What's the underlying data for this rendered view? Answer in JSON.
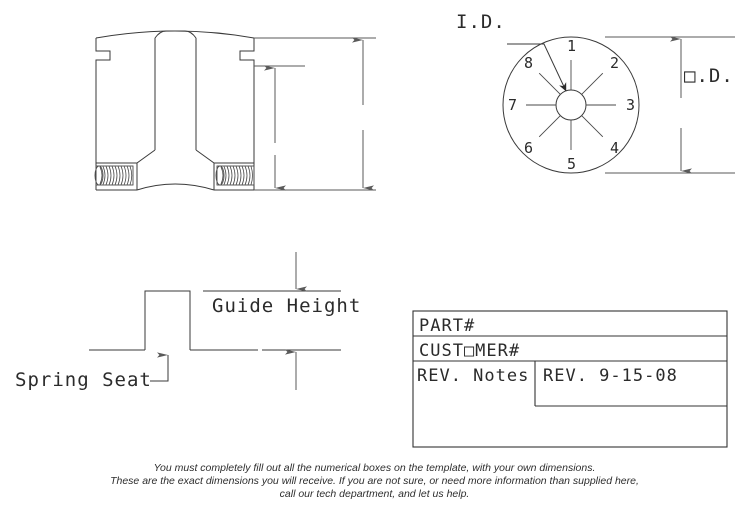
{
  "drawing": {
    "labels": {
      "id": "I.D.",
      "od": "□.D.",
      "guide_height": "Guide Height",
      "spring_seat": "Spring Seat"
    },
    "circle_positions": [
      "1",
      "2",
      "3",
      "4",
      "5",
      "6",
      "7",
      "8"
    ]
  },
  "title_block": {
    "rows": [
      {
        "label": "PART#"
      },
      {
        "label": "CUST□MER#"
      }
    ],
    "notes_label": "REV. Notes",
    "revision_label": "REV. 9-15-08"
  },
  "footer": {
    "line1": "You must completely fill out all the numerical boxes on the template, with your own dimensions.",
    "line2": "These are the exact dimensions you will receive. If you are not sure, or need more information than supplied here,",
    "line3": "call our tech department, and let us help."
  }
}
